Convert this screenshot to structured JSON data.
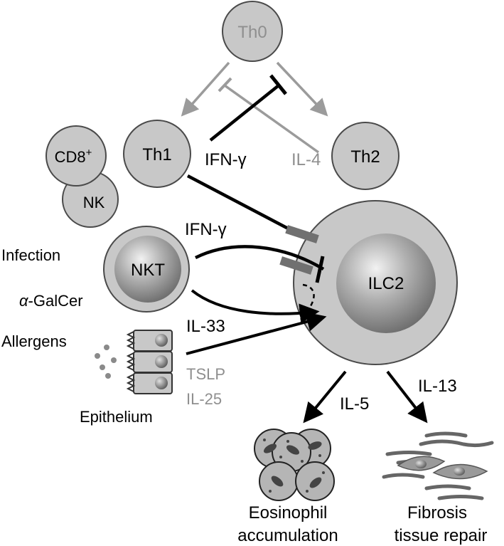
{
  "colors": {
    "cell_fill": "#c8c8c8",
    "cell_stroke": "#4a4a4a",
    "inhibit_black": "#000000",
    "inhibit_grey": "#9b9b9b",
    "text_grey": "#8f8f8f",
    "receptor": "#707070"
  },
  "cells": {
    "th0": "Th0",
    "th1": "Th1",
    "th2": "Th2",
    "cd8": "CD8",
    "cd8_sup": "+",
    "nk": "NK",
    "nkt": "NKT",
    "ilc2": "ILC2"
  },
  "cytokines": {
    "ifng_th1": "IFN-γ",
    "ifng_nkt": "IFN-γ",
    "il4": "IL-4",
    "il33": "IL-33",
    "tslp": "TSLP",
    "il25": "IL-25",
    "il5": "IL-5",
    "il13": "IL-13"
  },
  "stimuli": {
    "infection": "Infection",
    "alpha_galcer_prefix": "α",
    "alpha_galcer_suffix": "-GalCer",
    "allergens": "Allergens",
    "epithelium": "Epithelium"
  },
  "outcomes": {
    "eosinophil_line1": "Eosinophil",
    "eosinophil_line2": "accumulation",
    "fibrosis_line1": "Fibrosis",
    "fibrosis_line2": "tissue repair"
  }
}
